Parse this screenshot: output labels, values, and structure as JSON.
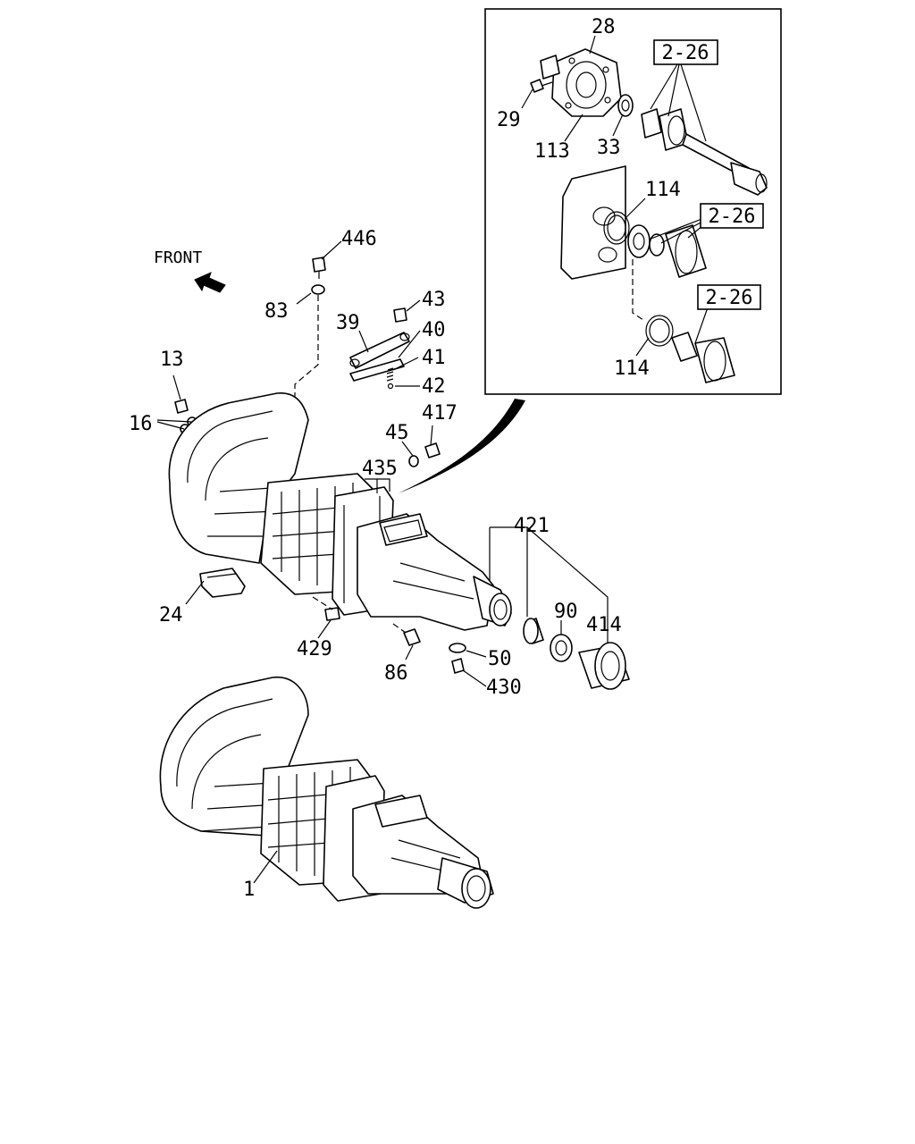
{
  "direction_label": "FRONT",
  "callouts": [
    {
      "id": "c28",
      "text": "28"
    },
    {
      "id": "c29",
      "text": "29"
    },
    {
      "id": "c113",
      "text": "113"
    },
    {
      "id": "c33",
      "text": "33"
    },
    {
      "id": "c114a",
      "text": "114"
    },
    {
      "id": "c114b",
      "text": "114"
    },
    {
      "id": "c446",
      "text": "446"
    },
    {
      "id": "c83",
      "text": "83"
    },
    {
      "id": "c43",
      "text": "43"
    },
    {
      "id": "c39",
      "text": "39"
    },
    {
      "id": "c40",
      "text": "40"
    },
    {
      "id": "c41",
      "text": "41"
    },
    {
      "id": "c42",
      "text": "42"
    },
    {
      "id": "c13",
      "text": "13"
    },
    {
      "id": "c16",
      "text": "16"
    },
    {
      "id": "c417",
      "text": "417"
    },
    {
      "id": "c45",
      "text": "45"
    },
    {
      "id": "c435",
      "text": "435"
    },
    {
      "id": "c421",
      "text": "421"
    },
    {
      "id": "c90",
      "text": "90"
    },
    {
      "id": "c414",
      "text": "414"
    },
    {
      "id": "c24",
      "text": "24"
    },
    {
      "id": "c429",
      "text": "429"
    },
    {
      "id": "c86",
      "text": "86"
    },
    {
      "id": "c50",
      "text": "50"
    },
    {
      "id": "c430",
      "text": "430"
    },
    {
      "id": "c1",
      "text": "1"
    }
  ],
  "group_refs": [
    {
      "id": "g1",
      "text": "2-26"
    },
    {
      "id": "g2",
      "text": "2-26"
    },
    {
      "id": "g3",
      "text": "2-26"
    }
  ]
}
